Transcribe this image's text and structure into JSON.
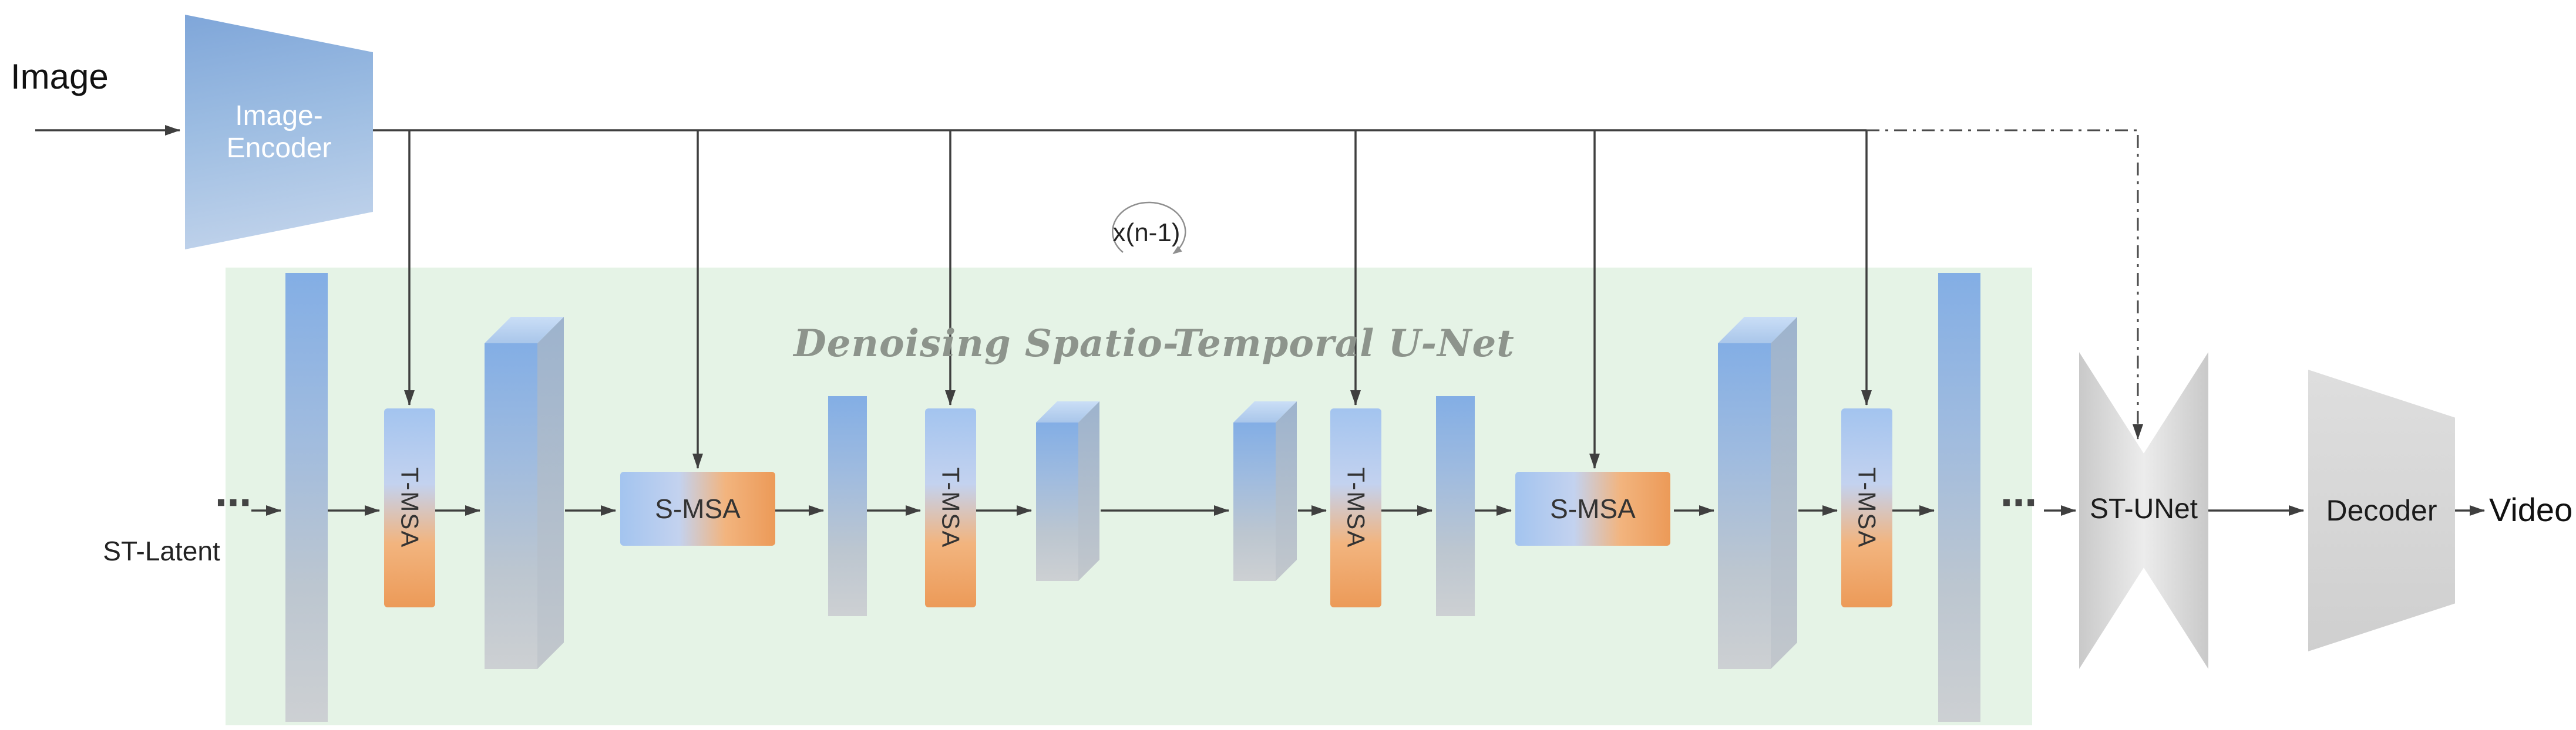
{
  "labels": {
    "image": "Image",
    "st_latent": "ST-Latent",
    "video": "Video",
    "dots_left": "⋯",
    "dots_right": "⋯",
    "loop": "x(n-1)"
  },
  "blocks": {
    "encoder": "Image-\nEncoder",
    "unet_title": "Denoising Spatio-Temporal U-Net",
    "t_msa": "T-MSA",
    "s_msa": "S-MSA",
    "st_unet": "ST-UNet",
    "decoder": "Decoder"
  },
  "colors": {
    "region_green": "#e5f3e6",
    "bar_blue_top": "#83aee5",
    "bar_gray_bottom": "#cdd0d3",
    "msa_blue": "#a3c4ef",
    "msa_orange": "#ec9a58",
    "encoder_blue": "#7fa6d9",
    "block_gray": "#d6d6d6",
    "line": "#404040",
    "title_gray": "#8d948c"
  }
}
